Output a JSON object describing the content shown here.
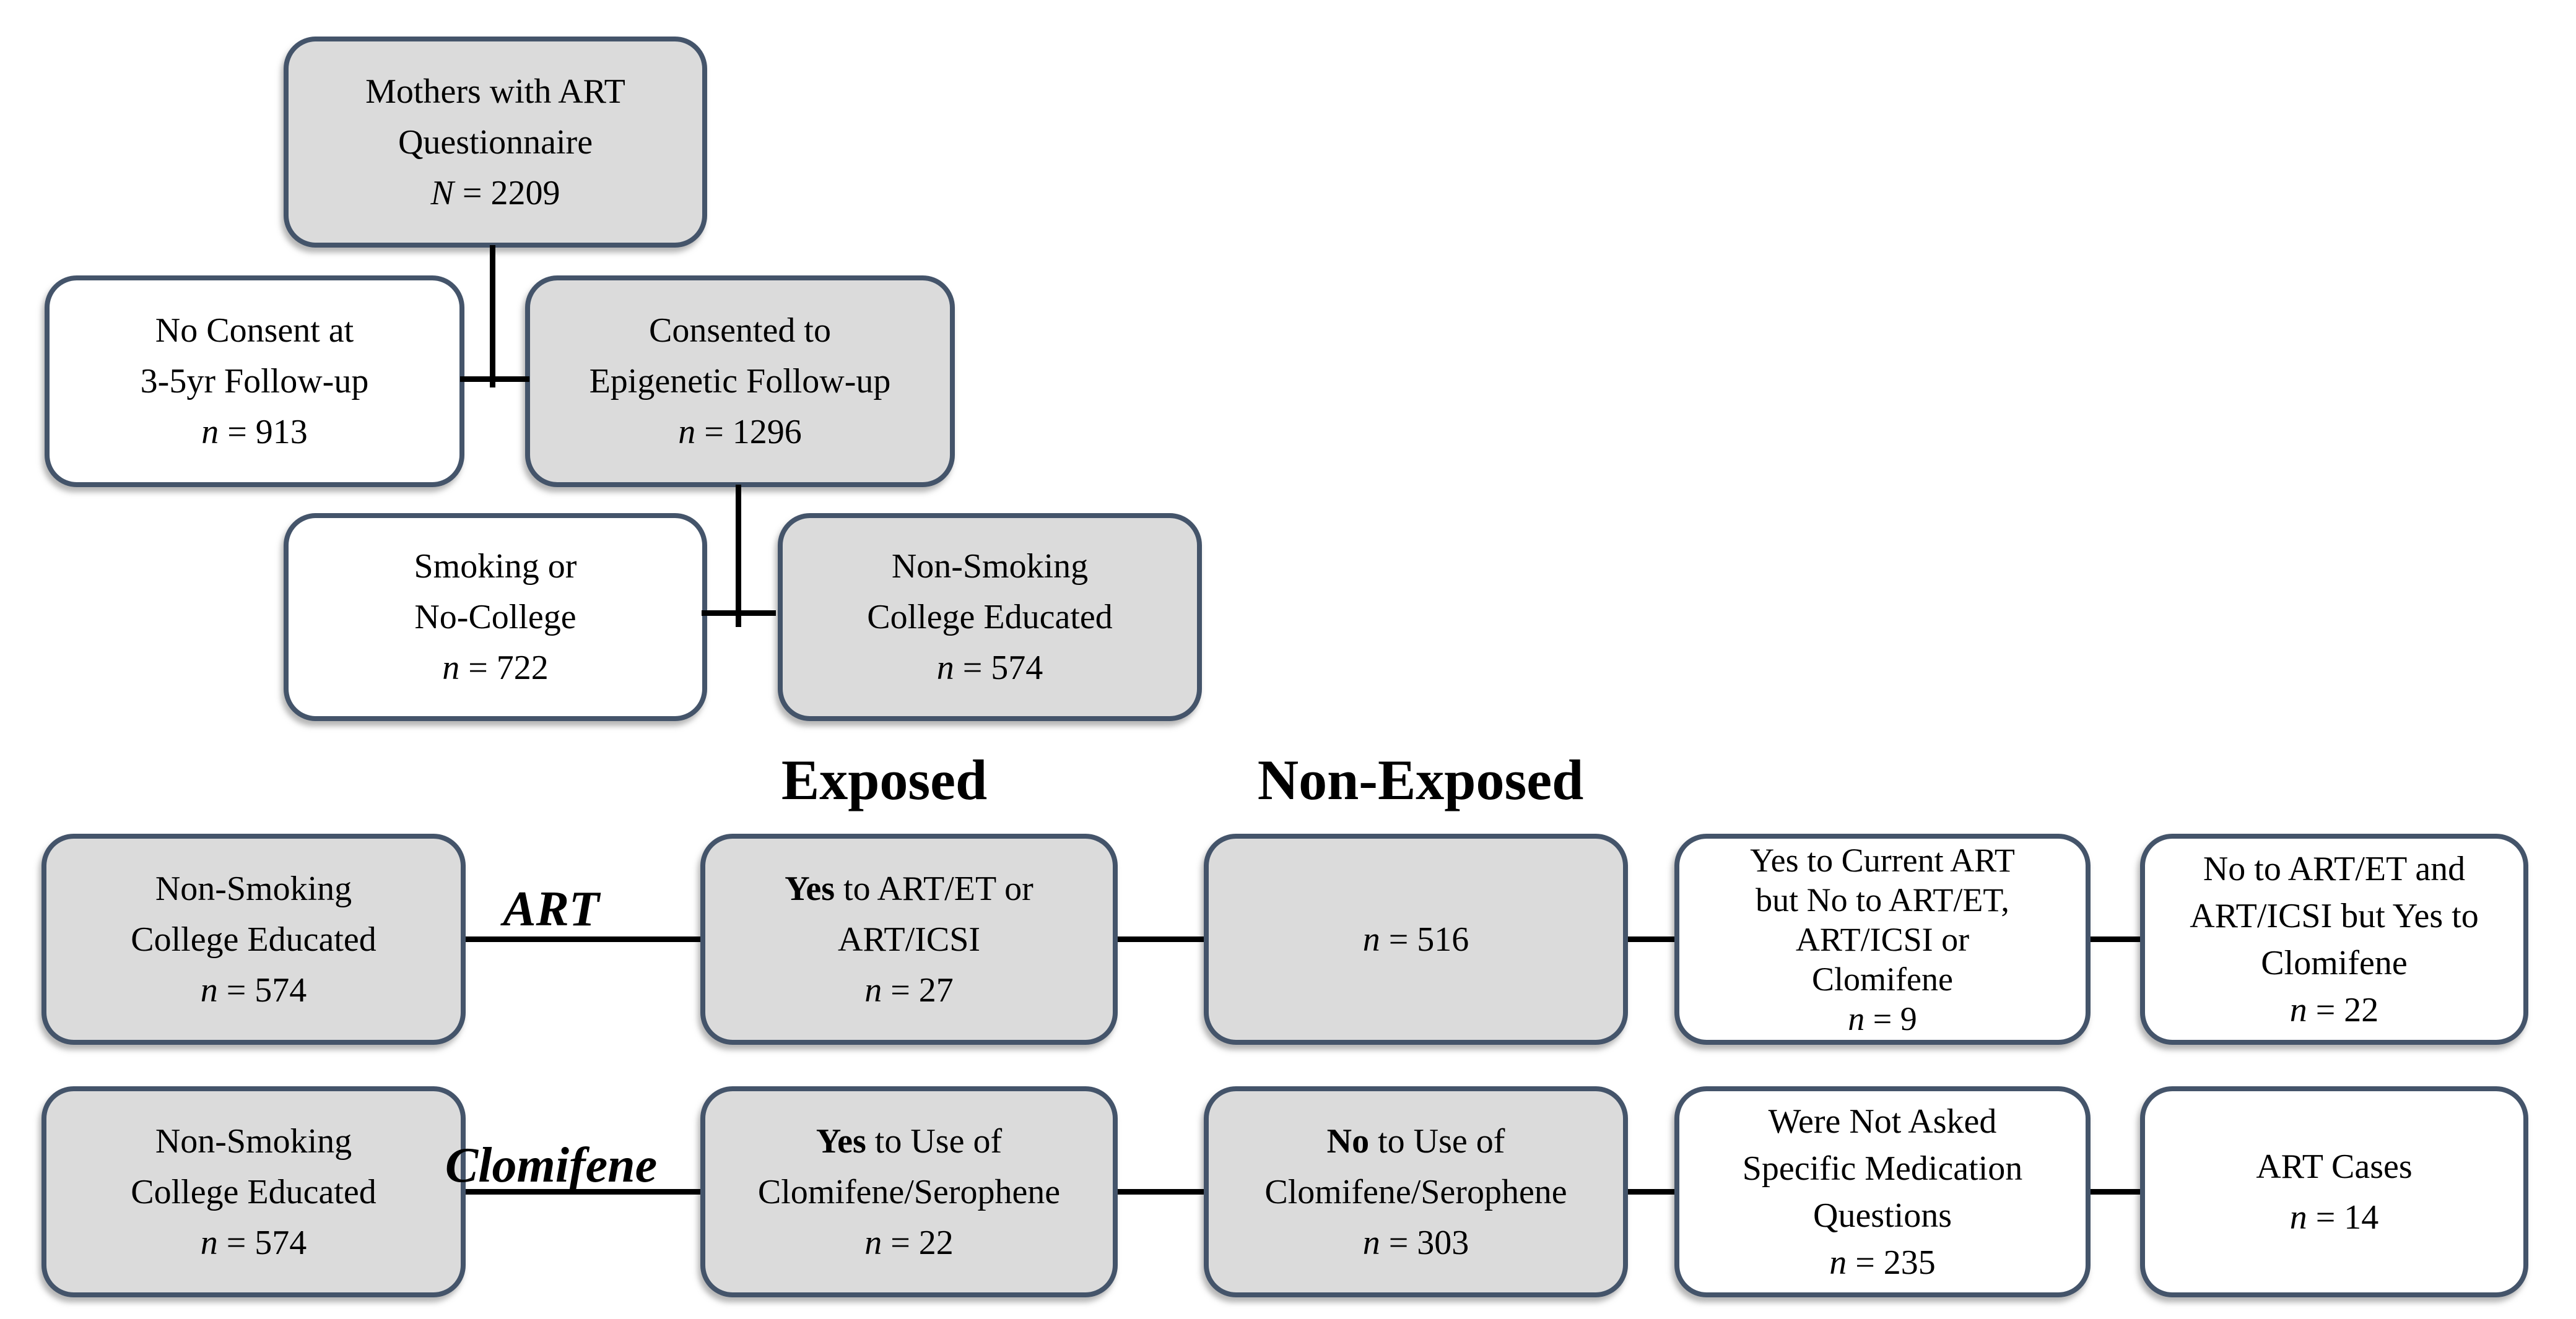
{
  "colors": {
    "box_border": "#44546a",
    "box_fill_gray": "#dbdbdb",
    "box_fill_white": "#ffffff",
    "connector": "#000000",
    "text": "#000000"
  },
  "headers": {
    "exposed": "Exposed",
    "non_exposed": "Non-Exposed"
  },
  "row_labels": {
    "art": "ART",
    "clomifene": "Clomifene"
  },
  "boxes": {
    "mothers": {
      "line1": "Mothers with ART",
      "line2": "Questionnaire",
      "n": "N",
      "val": "= 2209"
    },
    "no_consent": {
      "line1": "No Consent at",
      "line2": "3-5yr Follow-up",
      "n": "n",
      "val": "= 913"
    },
    "consented": {
      "line1": "Consented to",
      "line2": "Epigenetic Follow-up",
      "n": "n",
      "val": "= 1296"
    },
    "smoking": {
      "line1": "Smoking or",
      "line2": "No-College",
      "n": "n",
      "val": "= 722"
    },
    "nonsmoking": {
      "line1": "Non-Smoking",
      "line2": "College Educated",
      "n": "n",
      "val": "= 574"
    },
    "art_source": {
      "line1": "Non-Smoking",
      "line2": "College Educated",
      "n": "n",
      "val": "= 574"
    },
    "art_exposed": {
      "bold": "Yes",
      "line1_rest": " to ART/ET or",
      "line2": "ART/ICSI",
      "n": "n",
      "val": "= 27"
    },
    "art_nonexposed": {
      "n": "n",
      "val": "= 516"
    },
    "art_excl1": {
      "line1": "Yes to Current ART",
      "line2": "but No to ART/ET,",
      "line3": "ART/ICSI or",
      "line4": "Clomifene",
      "n": "n",
      "val": "= 9"
    },
    "art_excl2": {
      "line1": "No to ART/ET and",
      "line2": "ART/ICSI but Yes to",
      "line3": "Clomifene",
      "n": "n",
      "val": "= 22"
    },
    "clo_source": {
      "line1": "Non-Smoking",
      "line2": "College Educated",
      "n": "n",
      "val": "= 574"
    },
    "clo_exposed": {
      "bold": "Yes",
      "line1_rest": " to Use of",
      "line2": "Clomifene/Serophene",
      "n": "n",
      "val": "= 22"
    },
    "clo_nonexposed": {
      "bold": "No",
      "line1_rest": " to Use of",
      "line2": "Clomifene/Serophene",
      "n": "n",
      "val": "= 303"
    },
    "clo_excl1": {
      "line1": "Were Not Asked",
      "line2": "Specific Medication",
      "line3": "Questions",
      "n": "n",
      "val": "= 235"
    },
    "clo_excl2": {
      "line1": "ART Cases",
      "n": "n",
      "val": "= 14"
    }
  }
}
